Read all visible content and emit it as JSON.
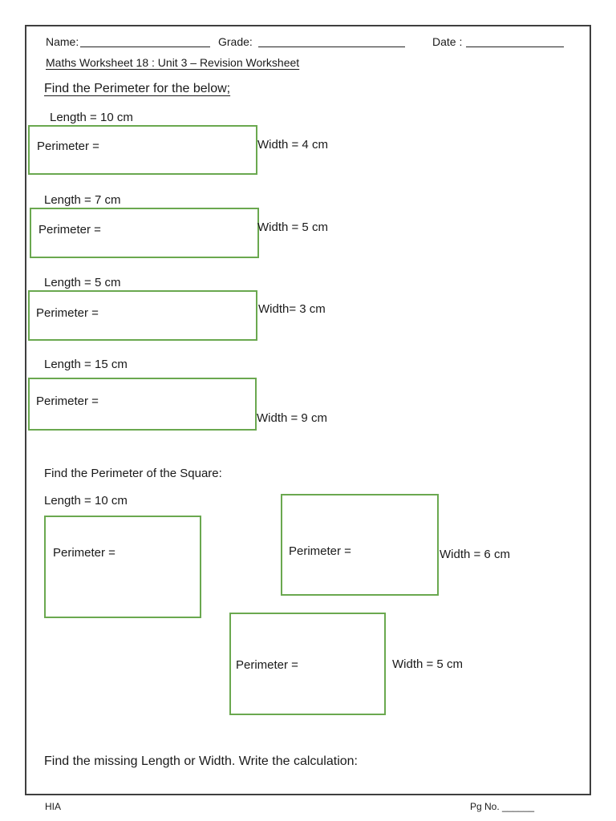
{
  "worksheet": {
    "colors": {
      "box_border": "#6aa84f",
      "page_border": "#3f3f3f"
    },
    "header": {
      "name_label": "Name:",
      "grade_label": "Grade:",
      "date_label": "Date :",
      "title": "Maths Worksheet 18 : Unit 3 – Revision Worksheet"
    },
    "rect_section": {
      "heading": "Find the Perimeter for the below;",
      "problems": [
        {
          "length_label": "Length = 10 cm",
          "perimeter_label": "Perimeter =",
          "width_label": "Width = 4 cm"
        },
        {
          "length_label": "Length = 7 cm",
          "perimeter_label": "Perimeter =",
          "width_label": "Width = 5 cm"
        },
        {
          "length_label": "Length = 5 cm",
          "perimeter_label": "Perimeter =",
          "width_label": "Width= 3 cm"
        },
        {
          "length_label": "Length = 15 cm",
          "perimeter_label": "Perimeter =",
          "width_label": "Width = 9 cm"
        }
      ]
    },
    "square_section": {
      "heading": "Find the Perimeter of the Square:",
      "length_label": "Length = 10 cm",
      "square_perimeter_label": "Perimeter =",
      "problems": [
        {
          "perimeter_label": "Perimeter =",
          "width_label": "Width = 6 cm"
        },
        {
          "perimeter_label": "Perimeter =",
          "width_label": "Width = 5 cm"
        }
      ]
    },
    "missing_section": {
      "heading": "Find the missing Length or Width. Write the calculation:"
    },
    "footer": {
      "left": "HIA",
      "right": "Pg No. ______"
    }
  }
}
